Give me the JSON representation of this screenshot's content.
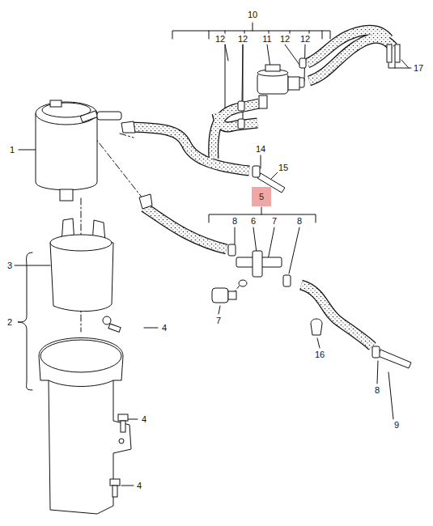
{
  "diagram": {
    "nodes": [
      {
        "text": [
          "5"
        ]
      }
    ],
    "labels": [
      "10",
      "12",
      "12",
      "11",
      "12",
      "12",
      "17",
      "1",
      "14",
      "15",
      "8",
      "6",
      "7",
      "8",
      "3",
      "2",
      "4",
      "7",
      "16",
      "4",
      "8",
      "9",
      "4"
    ]
  }
}
